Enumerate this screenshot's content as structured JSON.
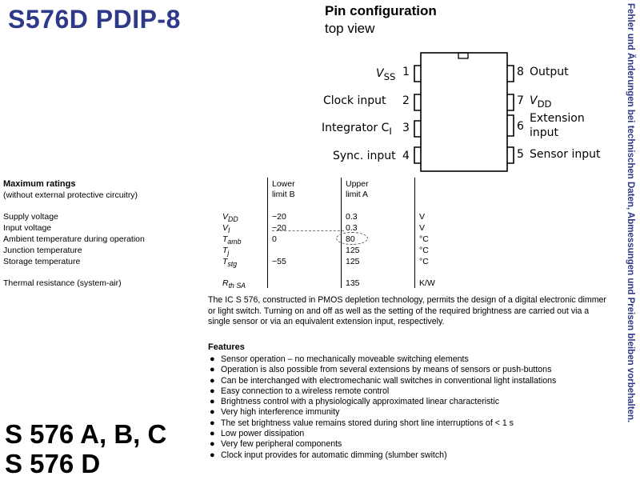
{
  "header": {
    "title": "S576D  PDIP-8"
  },
  "pin_config": {
    "title": "Pin configuration",
    "subtitle": "top view",
    "left_pins": [
      {
        "num": "1",
        "label": "V",
        "sub": "SS"
      },
      {
        "num": "2",
        "label": "Clock input"
      },
      {
        "num": "3",
        "label": "Integrator C",
        "sub": "I"
      },
      {
        "num": "4",
        "label": "Sync. input"
      }
    ],
    "right_pins": [
      {
        "num": "8",
        "label": "Output"
      },
      {
        "num": "7",
        "label": "V",
        "sub": "DD"
      },
      {
        "num": "6",
        "label_line1": "Extension",
        "label_line2": "input"
      },
      {
        "num": "5",
        "label": "Sensor input"
      }
    ]
  },
  "side_note": "Fehler und Änderungen bei technischen Daten, Abmessungen und Preisen bleiben vorbehalten.",
  "ratings": {
    "title": "Maximum ratings",
    "subtitle": "(without external protective circuitry)",
    "col_lower": [
      "Lower",
      "limit B"
    ],
    "col_upper": [
      "Upper",
      "limit A"
    ],
    "rows": [
      {
        "param": "Supply voltage",
        "sym": "V",
        "sub": "DD",
        "lower": "−20",
        "upper": "0.3",
        "unit": "V"
      },
      {
        "param": "Input voltage",
        "sym": "V",
        "sub": "I",
        "lower": "−20",
        "upper": "0.3",
        "unit": "V"
      },
      {
        "param": "Ambient temperature during operation",
        "sym": "T",
        "sub": "amb",
        "lower": "0",
        "upper": "80",
        "unit": "°C"
      },
      {
        "param": "Junction temperature",
        "sym": "T",
        "sub": "j",
        "lower": "",
        "upper": "125",
        "unit": "°C"
      },
      {
        "param": "Storage temperature",
        "sym": "T",
        "sub": "stg",
        "lower": "−55",
        "upper": "125",
        "unit": "°C"
      }
    ],
    "thermal": {
      "param": "Thermal resistance (system-air)",
      "sym": "R",
      "sub": "th SA",
      "upper": "135",
      "unit": "K/W"
    }
  },
  "description": "The IC S 576, constructed in PMOS depletion technology, permits the design of a digital electronic dimmer or light switch. Turning on and off as well as the setting of the required brightness are carried out via a single sensor or via an equivalent extension input, respectively.",
  "features": {
    "title": "Features",
    "items": [
      "Sensor operation – no mechanically moveable switching elements",
      "Operation is also possible from several extensions by means of sensors or push-buttons",
      "Can be interchanged with electromechanic wall switches in conventional light installations",
      "Easy connection to a wireless remote control",
      "Brightness control with a physiologically approximated linear characteristic",
      "Very high interference immunity",
      "The set brightness value remains stored during short line interruptions of < 1 s",
      "Low power dissipation",
      "Very few peripheral components",
      "Clock input provides for automatic dimming (slumber switch)"
    ]
  },
  "part_names": [
    "S 576 A, B, C",
    "S 576 D"
  ]
}
